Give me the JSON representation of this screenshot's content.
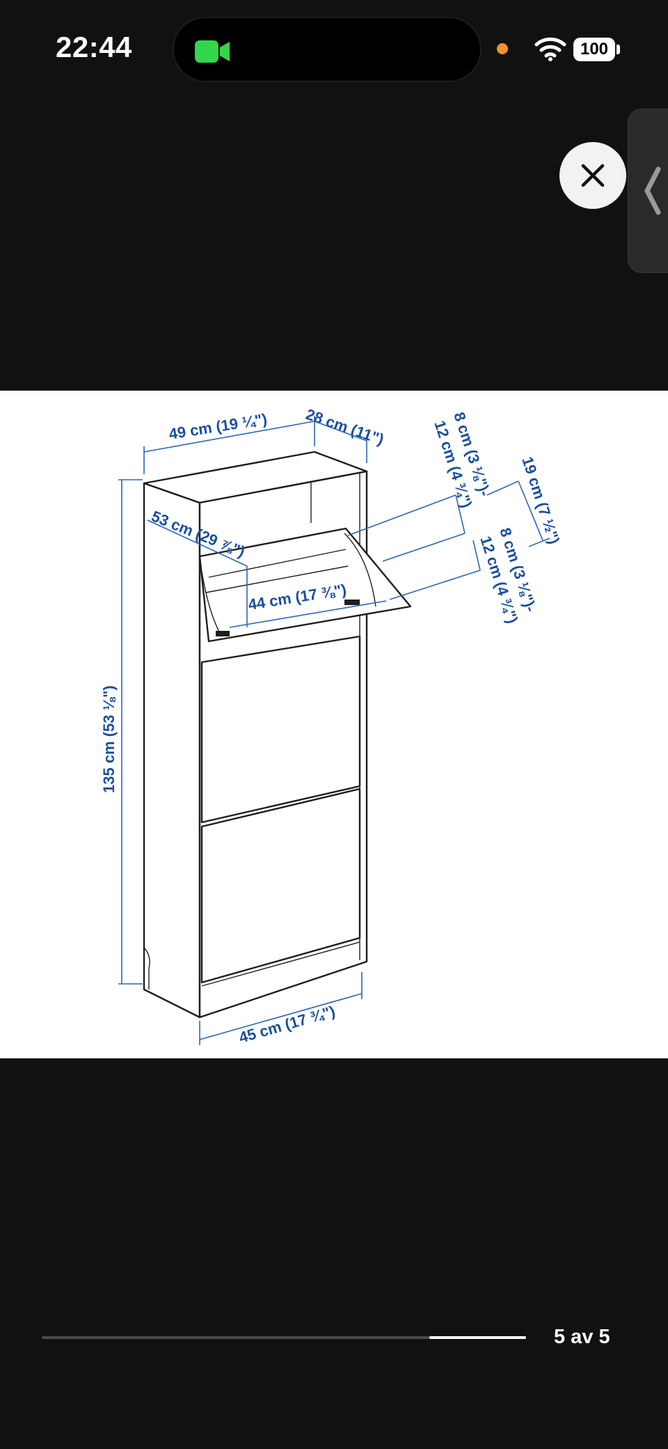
{
  "status": {
    "time": "22:44",
    "battery": "100"
  },
  "icons": {
    "camera": "video-camera-icon",
    "wifi": "wifi-icon",
    "close": "close-icon",
    "handle": "chevron-left-icon"
  },
  "colors": {
    "camera_green": "#32d74b",
    "dimension_blue": "#1b4f9c",
    "recording_dot": "#f0922e"
  },
  "diagram": {
    "dims": {
      "width_top": "49 cm (19 ¼\")",
      "depth_top": "28 cm (11\")",
      "diag_open": "53 cm (29 ⅞\")",
      "inner_width": "44 cm (17 ⅜\")",
      "height_total": "135 cm (53 ⅛\")",
      "base_width": "45 cm (17 ¾\")",
      "range_a_1": "8 cm (3 ⅛\")-",
      "range_a_2": "12 cm (4 ¾\")",
      "range_b_1": "8 cm (3 ⅛\")-",
      "range_b_2": "12 cm (4 ¾\")",
      "compartment": "19 cm (7 ½\")"
    }
  },
  "viewer": {
    "page_counter": "5 av 5",
    "progress": {
      "start_fraction": 0.8,
      "end_fraction": 1.0
    }
  }
}
